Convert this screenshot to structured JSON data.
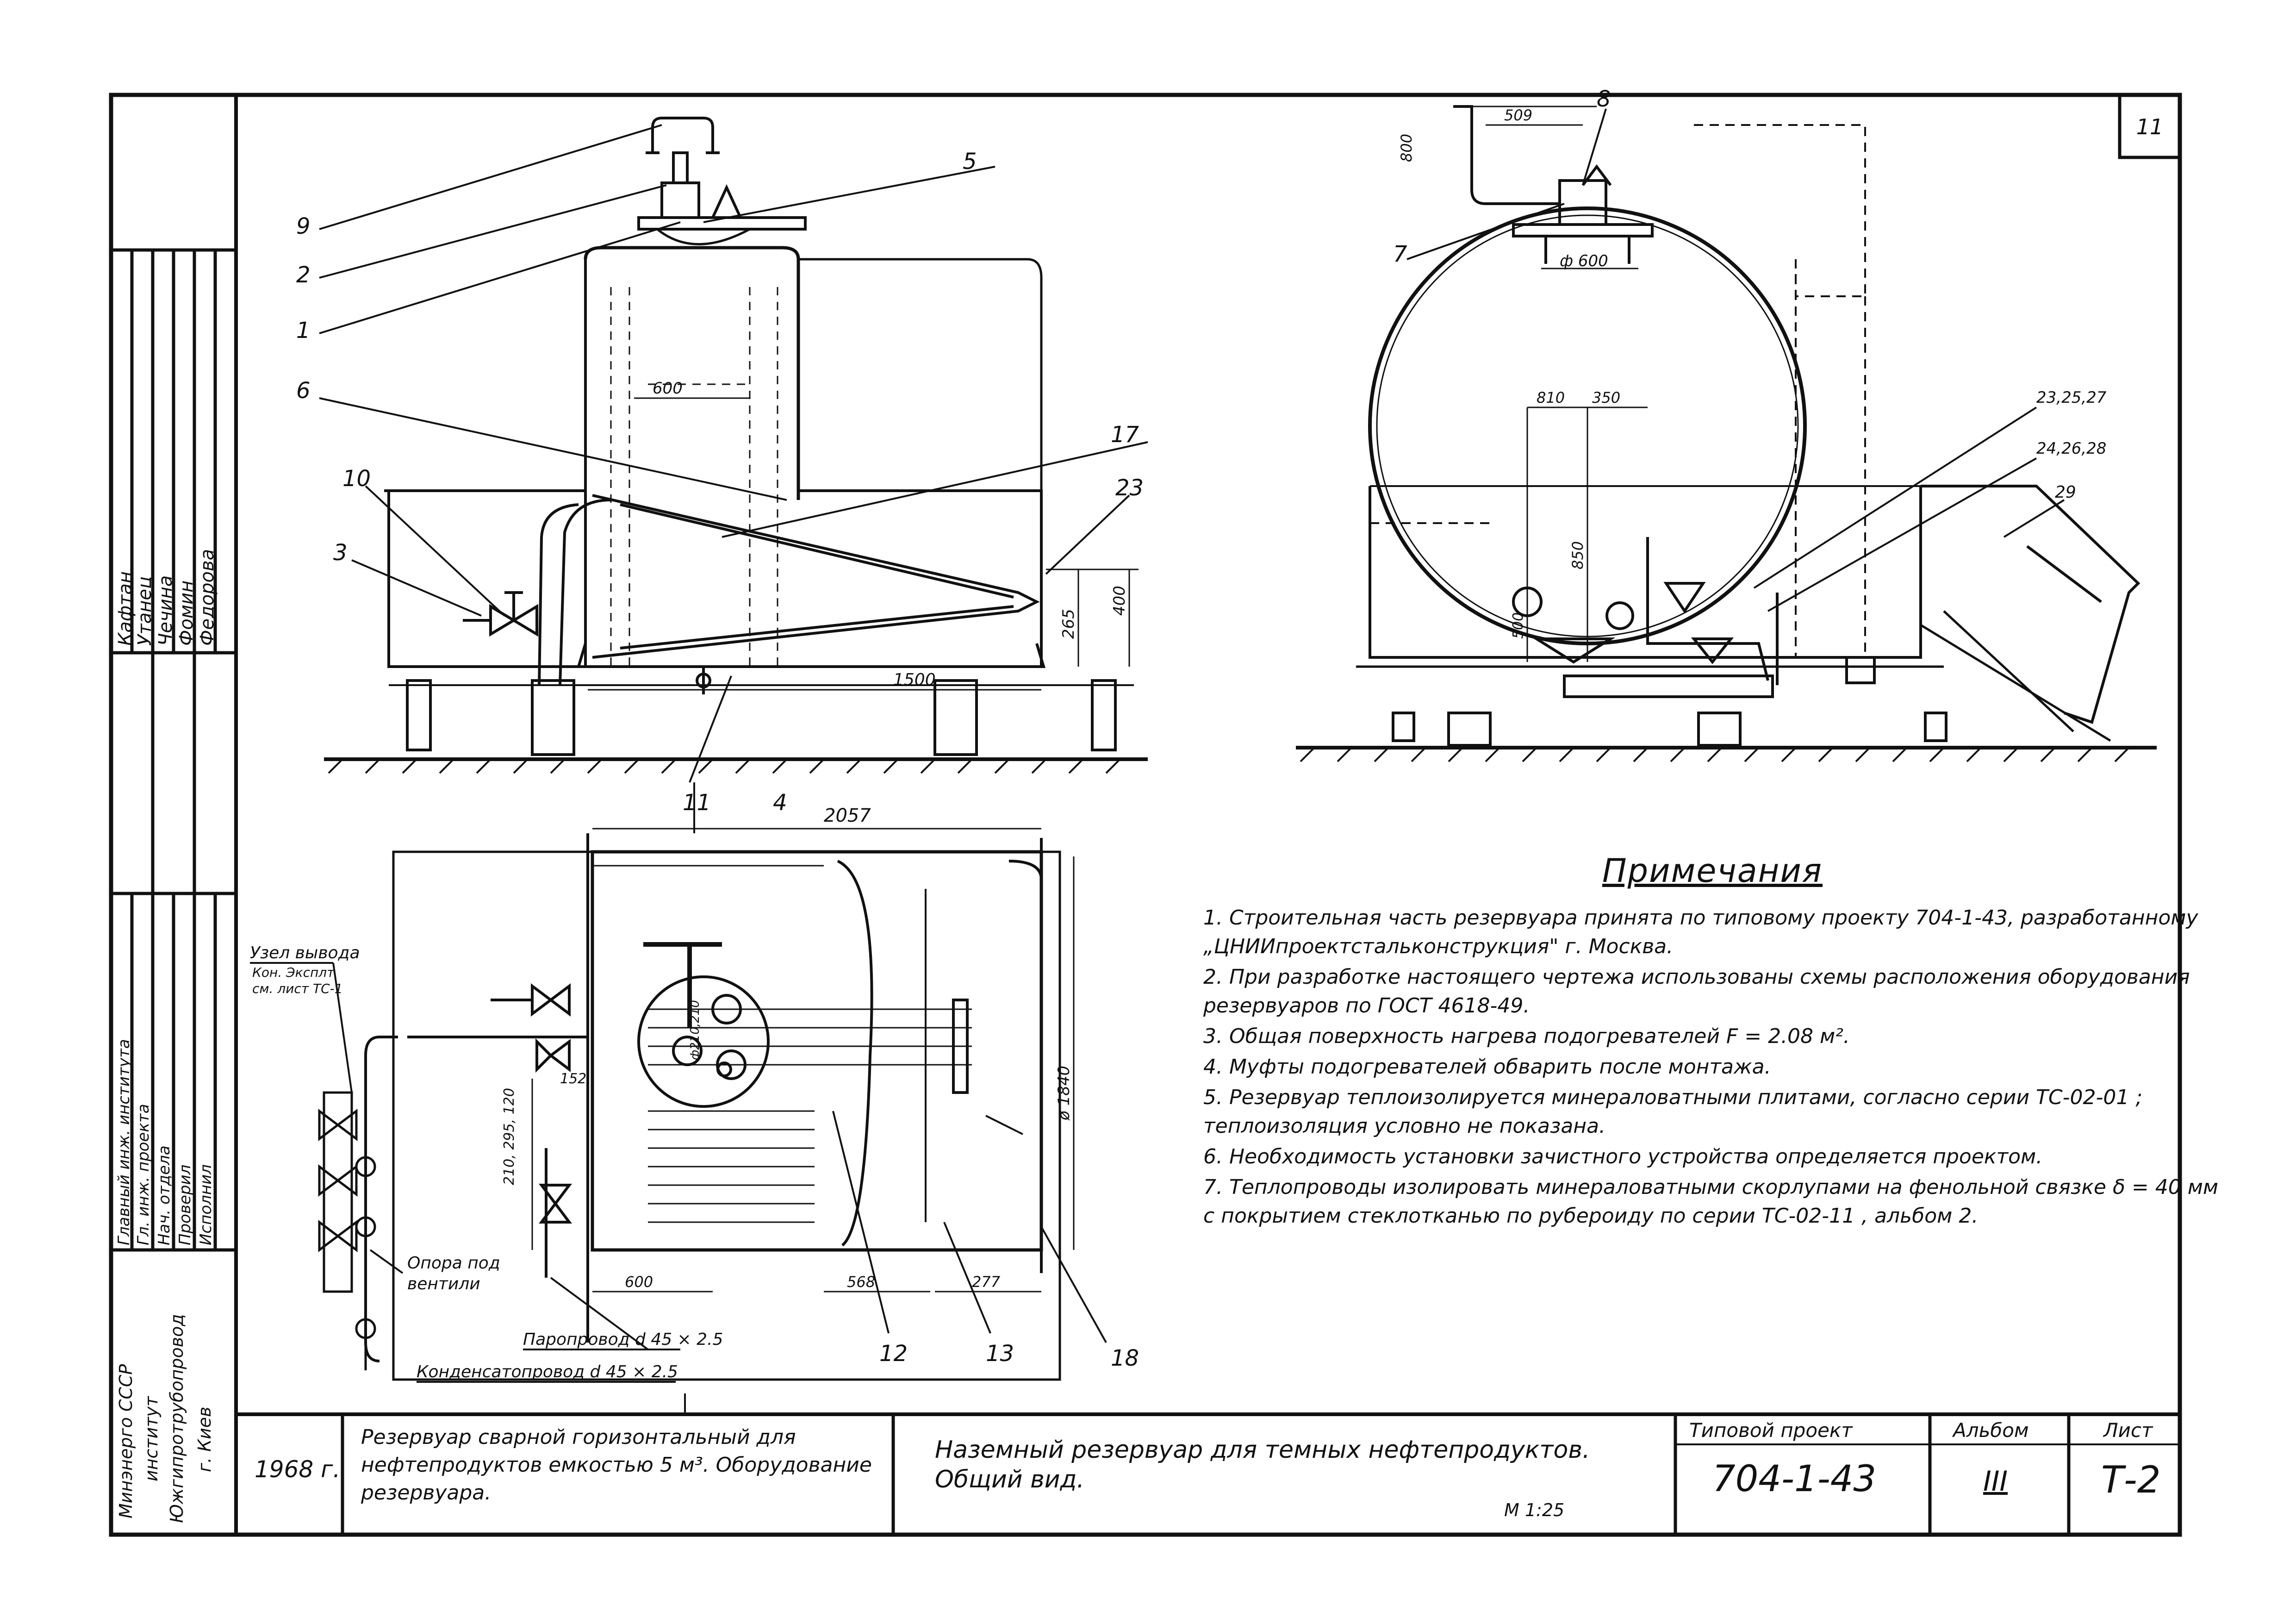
{
  "sheet": {
    "sheet_no": "11"
  },
  "callouts": {
    "c9": "9",
    "c2": "2",
    "c1": "1",
    "c5": "5",
    "c6": "6",
    "c17": "17",
    "c23": "23",
    "c10": "10",
    "c3": "3",
    "c7": "7",
    "c8": "8",
    "c11": "11",
    "c4": "4",
    "c12": "12",
    "c13": "13",
    "c18": "18",
    "c29": "29",
    "c23_25_27": "23,25,27",
    "c24_26_28": "24,26,28"
  },
  "dimensions": {
    "d600": "600",
    "d1500": "1500",
    "d265": "265",
    "d400": "400",
    "d509": "509",
    "d800": "800",
    "d600dia": "ф 600",
    "d810": "810",
    "d350": "350",
    "d850": "850",
    "d500": "500",
    "d2057": "2057",
    "d1840": "ø 1840",
    "d152": "152",
    "d210_295_120": "210, 295, 120",
    "d600b": "600",
    "d568": "568",
    "d277": "277",
    "d210_200": "ф210,210"
  },
  "plan_labels": {
    "outlet_unit_1": "Узел вывода",
    "outlet_unit_2": "Кон. Эксплт",
    "outlet_unit_3": "см. лист ТС-1",
    "support_1": "Опора под",
    "support_2": "вентили",
    "feed_pipe": "Паропровод d 45 × 2.5",
    "condensate_pipe": "Конденсатопровод d 45 × 2.5"
  },
  "notes": {
    "title": "Примечания",
    "items": [
      "1. Строительная часть резервуара принята по типовому проекту 704-1-43, разработанному „ЦНИИпроектстальконструкция\" г. Москва.",
      "2. При разработке настоящего чертежа использованы схемы расположения оборудования резервуаров по ГОСТ 4618-49.",
      "3. Общая поверхность нагрева подогревателей F = 2.08 м².",
      "4. Муфты подогревателей обварить после монтажа.",
      "5. Резервуар теплоизолируется минераловатными плитами, согласно серии ТС-02-01 ; теплоизоляция условно не показана.",
      "6. Необходимость установки зачистного устройства определяется проектом.",
      "7. Теплопроводы изолировать минераловатными скорлупами на фенольной связке δ = 40 мм с покрытием стеклотканью по рубероиду по серии ТС-02-11 , альбом 2."
    ]
  },
  "stamp": {
    "roles": [
      "Кафтан",
      "Утанец",
      "Чечина",
      "Фомин",
      "Федорова"
    ],
    "positions": [
      "Главный инж. института",
      "Гл. инж. проекта",
      "Нач. отдела",
      "Проверил",
      "Исполнил"
    ],
    "org": [
      "Минэнерго СССР",
      "институт",
      "Южгипротрубопровод",
      "г. Киев"
    ]
  },
  "title_block": {
    "year": "1968 г.",
    "object_title": "Резервуар сварной горизонтальный для нефтепродуктов емкостью 5 м³. Оборудование резервуара.",
    "drawing_title": "Наземный резервуар для темных нефтепродуктов. Общий вид.",
    "scale": "М 1:25",
    "project_label": "Типовой проект",
    "project_no": "704-1-43",
    "album_label": "Альбом",
    "album_no": "III",
    "sheet_label": "Лист",
    "sheet_no": "Т-2"
  }
}
